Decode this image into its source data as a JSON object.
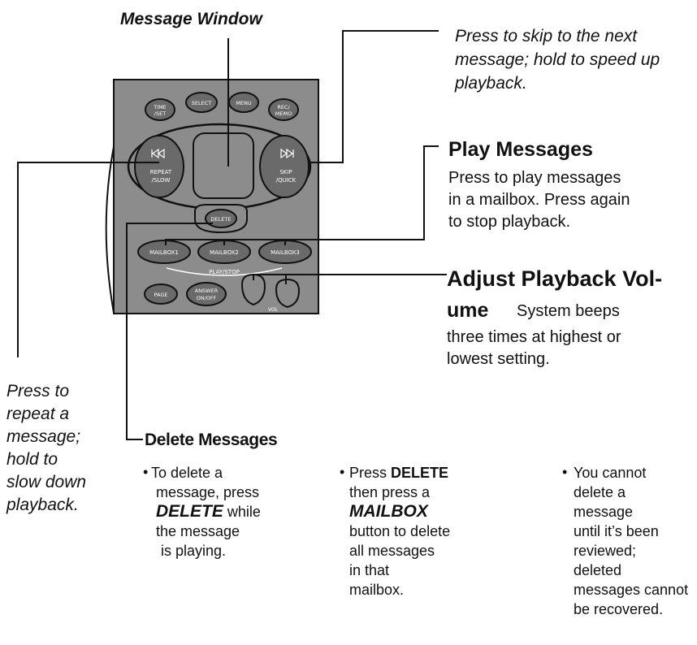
{
  "labels": {
    "message_window": "Message Window",
    "skip": [
      "Press to skip to the next",
      "message; hold to speed up",
      "playback."
    ],
    "play_title": "Play Messages",
    "play_body": [
      "Press to  play messages",
      "in a mailbox. Press again",
      "to stop playback."
    ],
    "volume_title_1": "Adjust Playback Vol-",
    "volume_title_2": "ume",
    "volume_body_first": "System beeps",
    "volume_body": [
      "three times at highest or",
      "lowest setting."
    ],
    "repeat": [
      "Press to",
      "repeat a",
      "message;",
      "hold to",
      "slow down",
      "playback."
    ],
    "delete_title": "Delete Messages"
  },
  "delete_bullets": {
    "b1": {
      "l1": "To delete a",
      "l2": "message, press",
      "l3_key": "DELETE",
      "l3_rest": " while",
      "l4": "the  message",
      "l5": "is playing."
    },
    "b2": {
      "l1_pre": "Press ",
      "l1_key": "DELETE",
      "l2": "then press a",
      "l3_key": "MAILBOX",
      "l4": "button to delete",
      "l5": "all messages",
      "l6": "in that",
      "l7": "mailbox."
    },
    "b3": [
      "You cannot",
      "delete a",
      "message",
      "until it’s been",
      "reviewed;",
      "deleted",
      "messages cannot",
      "be recovered."
    ]
  },
  "device": {
    "buttons": {
      "time_set": [
        "TIME",
        "/SET"
      ],
      "select": "SELECT",
      "menu": "MENU",
      "rec_memo": [
        "REC/",
        "MEMO"
      ],
      "repeat_slow": [
        "REPEAT",
        "/SLOW"
      ],
      "skip_quick": [
        "SKIP",
        "/QUICK"
      ],
      "delete": "DELETE",
      "mailbox1": "MAILBOX1",
      "mailbox2": "MAILBOX2",
      "mailbox3": "MAILBOX3",
      "play_stop": "PLAY/STOP",
      "page": "PAGE",
      "answer_onoff": [
        "ANSWER",
        "ON/OFF"
      ],
      "vol": "VOL"
    },
    "icons": {
      "rewind": "rewind-icon",
      "fast_forward": "fast-forward-icon"
    },
    "colors": {
      "panel": "#8c8c8c",
      "button": "#6a6a6a",
      "button_text": "#ffffff",
      "outline": "#111111"
    }
  }
}
